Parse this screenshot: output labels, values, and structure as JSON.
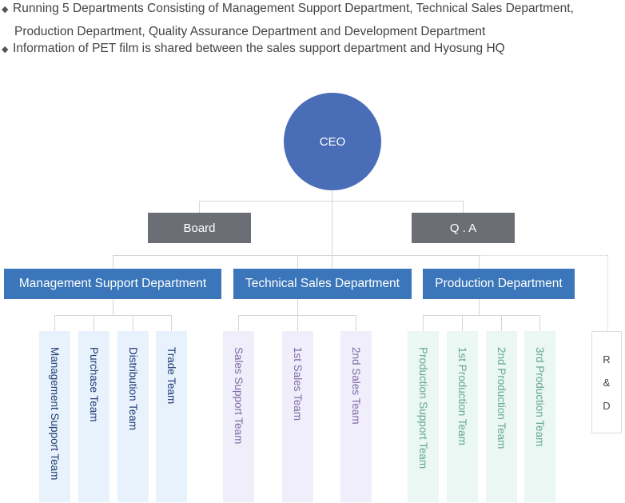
{
  "intro": {
    "bullet_1_line_1": "Running 5 Departments Consisting of Management Support Department, Technical Sales Department,",
    "bullet_1_line_2": "Production Department, Quality Assurance Department and Development Department",
    "bullet_2": "Information of PET film is shared between the sales support department and Hyosung HQ",
    "bullet_glyph": "◆"
  },
  "org": {
    "ceo": "CEO",
    "board": "Board",
    "qa": "Q . A",
    "departments": {
      "management": "Management Support Department",
      "technical": "Technical Sales Department",
      "production": "Production Department"
    },
    "teams": {
      "management": [
        "Management Support Team",
        "Purchase Team",
        "Distribution Team",
        "Trade Team"
      ],
      "technical": [
        "Sales Support Team",
        "1st Sales Team",
        "2nd Sales Team"
      ],
      "production": [
        "Production Support Team",
        "1st Production Team",
        "2nd Production Team",
        "3rd Production Team"
      ]
    },
    "rd": [
      "R",
      "&",
      "D"
    ]
  },
  "colors": {
    "ceo": "#4a6db7",
    "gray_box": "#6b6f75",
    "department": "#3a76b9",
    "management_team_bg": "#e8f2fc",
    "technical_team_bg": "#f1eefb",
    "production_team_bg": "#eaf7f2"
  }
}
